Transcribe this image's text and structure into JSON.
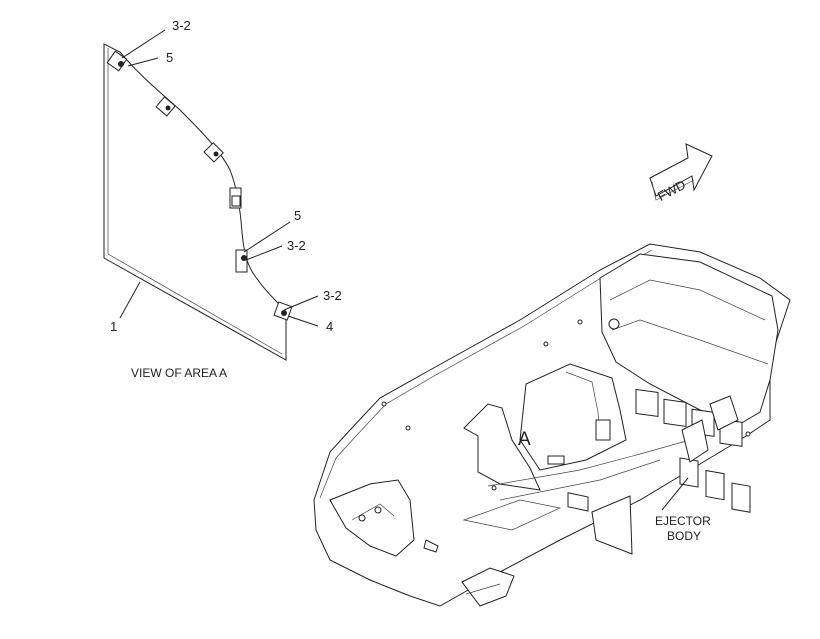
{
  "callouts": {
    "c1": "3-2",
    "c2": "5",
    "c3": "5",
    "c4": "3-2",
    "c5": "3-2",
    "c6": "4",
    "c7": "1"
  },
  "captions": {
    "view": "VIEW OF AREA  A",
    "area_marker": "A",
    "fwd": "FWD",
    "ejector_line1": "EJECTOR",
    "ejector_line2": "BODY"
  }
}
